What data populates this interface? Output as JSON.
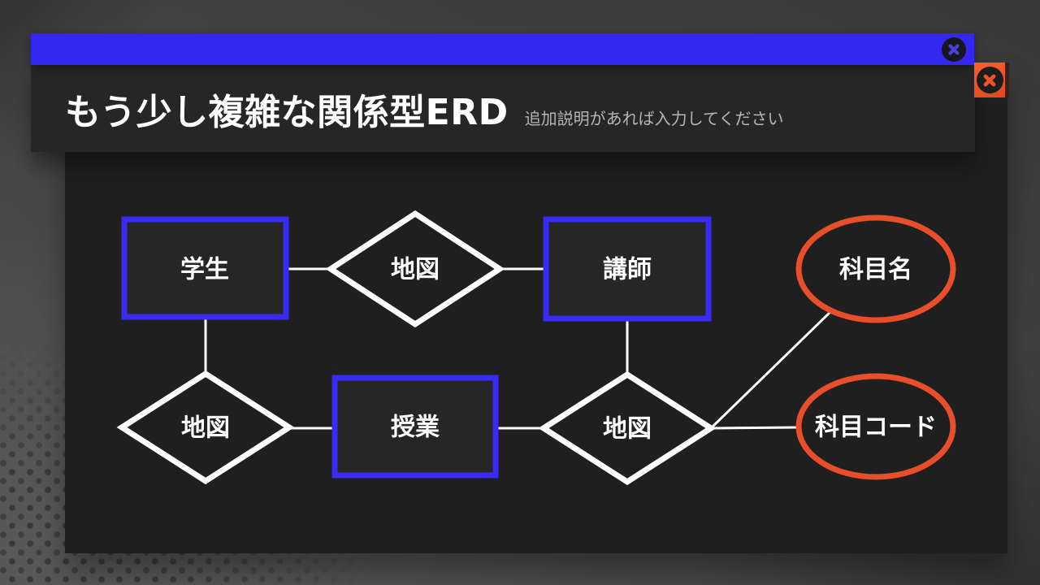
{
  "window": {
    "title": "もう少し複雑な関係型ERD",
    "description_placeholder": "追加説明があれば入力してください"
  },
  "colors": {
    "accent_blue": "#3428f0",
    "accent_orange": "#ee5226",
    "entity_stroke": "#3a2bf2",
    "attribute_stroke": "#e94e2b",
    "relationship_stroke": "#ffffff",
    "panel_bg": "#1f1f1f",
    "header_bg": "#262626",
    "page_bg_gray": "#4a4a4a"
  },
  "diagram": {
    "nodes": [
      {
        "id": "student",
        "type": "entity",
        "shape": "rectangle",
        "label": "学生"
      },
      {
        "id": "relation-top",
        "type": "relationship",
        "shape": "diamond",
        "label": "地図"
      },
      {
        "id": "instructor",
        "type": "entity",
        "shape": "rectangle",
        "label": "講師"
      },
      {
        "id": "attr-subject-name",
        "type": "attribute",
        "shape": "ellipse",
        "label": "科目名"
      },
      {
        "id": "relation-bottom-left",
        "type": "relationship",
        "shape": "diamond",
        "label": "地図"
      },
      {
        "id": "class",
        "type": "entity",
        "shape": "rectangle",
        "label": "授業"
      },
      {
        "id": "relation-bottom-center",
        "type": "relationship",
        "shape": "diamond",
        "label": "地図"
      },
      {
        "id": "attr-subject-code",
        "type": "attribute",
        "shape": "ellipse",
        "label": "科目コード"
      }
    ],
    "connections": [
      {
        "from": "学生",
        "to": "地図 (上段)"
      },
      {
        "from": "地図 (上段)",
        "to": "講師"
      },
      {
        "from": "学生",
        "to": "地図 (下段左)"
      },
      {
        "from": "地図 (下段左)",
        "to": "授業"
      },
      {
        "from": "授業",
        "to": "地図 (下段中央)"
      },
      {
        "from": "講師",
        "to": "地図 (下段中央)"
      },
      {
        "from": "地図 (下段中央)",
        "to": "科目名"
      },
      {
        "from": "地図 (下段中央)",
        "to": "科目コード"
      }
    ]
  }
}
